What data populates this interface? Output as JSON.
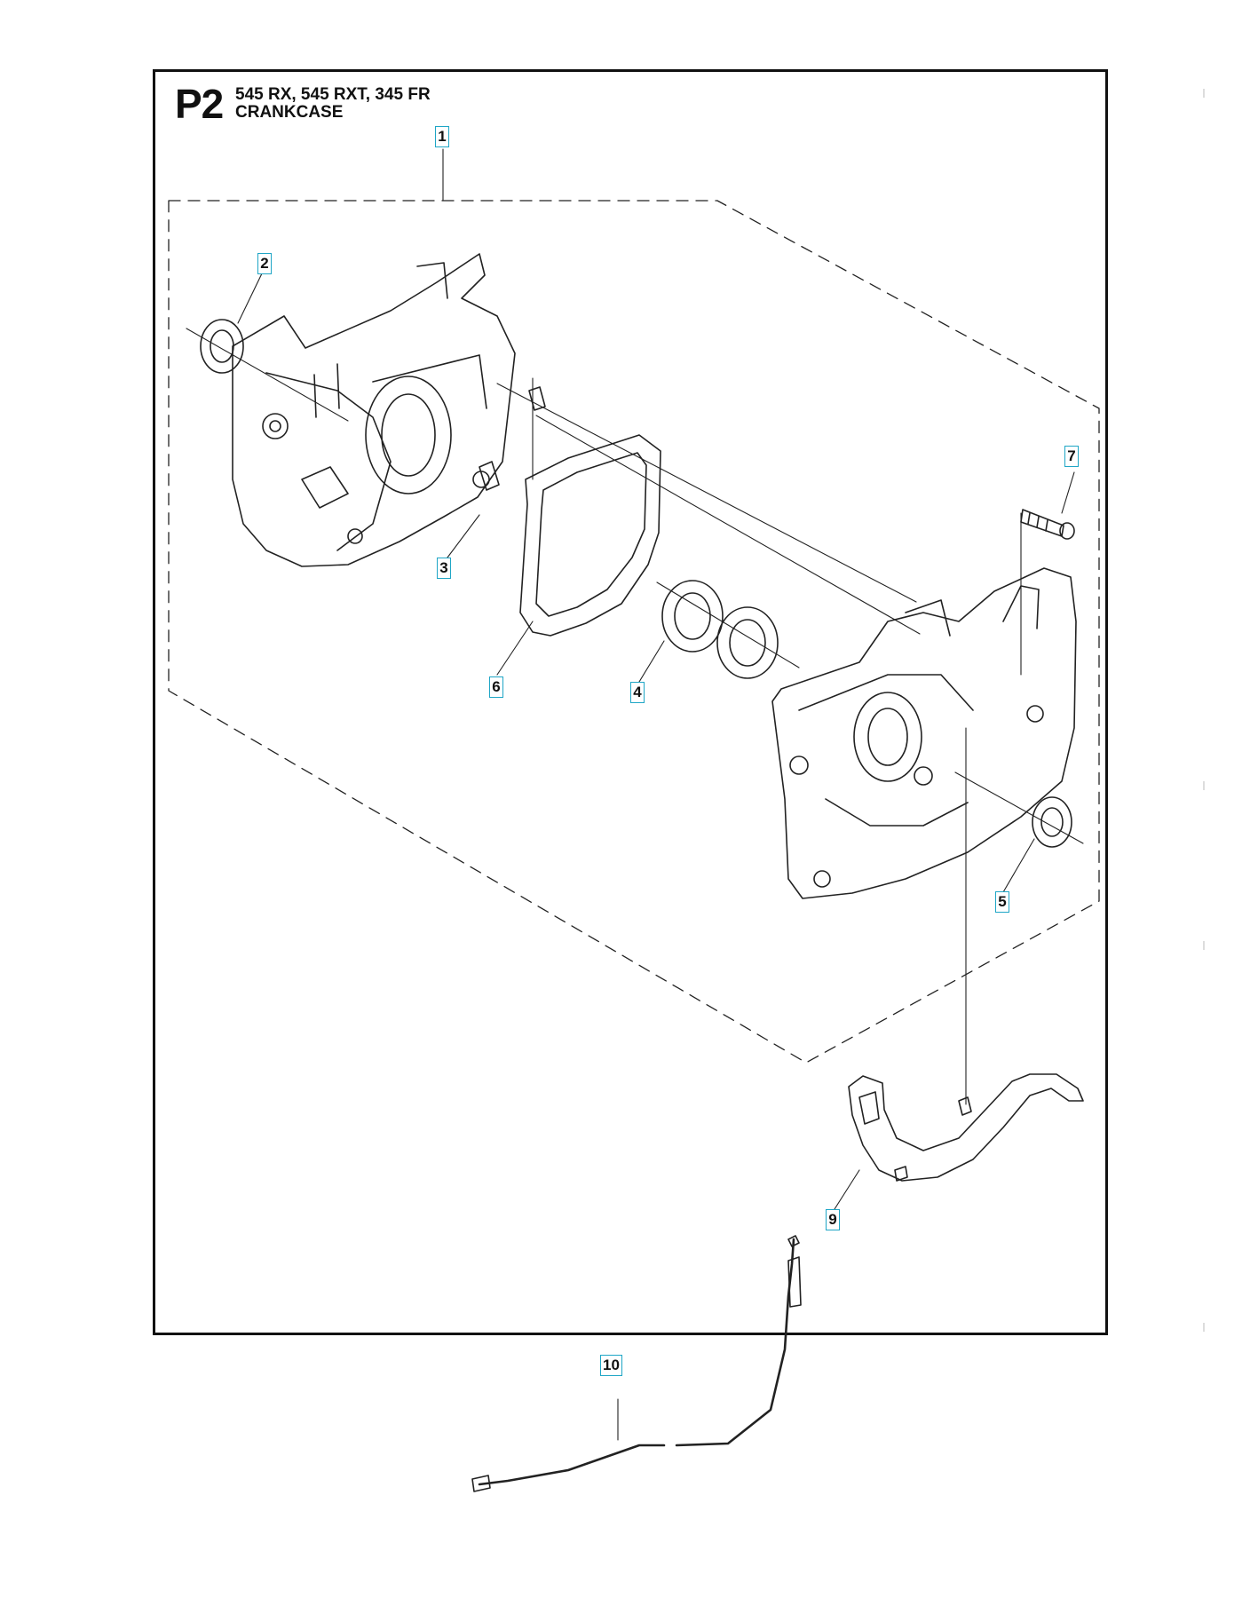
{
  "header": {
    "page_code": "P2",
    "models": "545 RX, 545 RXT, 345 FR",
    "section_title": "CRANKCASE"
  },
  "callouts": [
    {
      "id": "1",
      "label": "1"
    },
    {
      "id": "2",
      "label": "2"
    },
    {
      "id": "3",
      "label": "3"
    },
    {
      "id": "4",
      "label": "4"
    },
    {
      "id": "5",
      "label": "5"
    },
    {
      "id": "6",
      "label": "6"
    },
    {
      "id": "7",
      "label": "7"
    },
    {
      "id": "9",
      "label": "9"
    },
    {
      "id": "10",
      "label": "10"
    }
  ],
  "colors": {
    "callout_border": "#1fa6c6",
    "line_art": "#222222",
    "frame": "#111111"
  }
}
